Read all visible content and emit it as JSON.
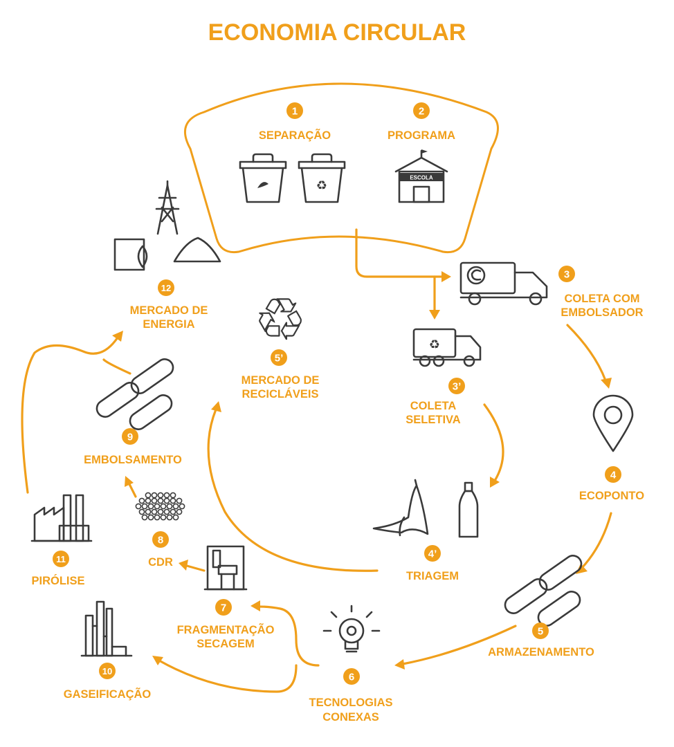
{
  "title": "ECONOMIA CIRCULAR",
  "accent_color": "#f09f1b",
  "icon_color": "#3a3a3a",
  "steps": [
    {
      "num": "1",
      "lines": [
        "SEPARAÇÃO"
      ],
      "icon": "trash-bins-icon"
    },
    {
      "num": "2",
      "lines": [
        "PROGRAMA"
      ],
      "icon": "school-icon",
      "icon_text": "ESCOLA"
    },
    {
      "num": "3",
      "lines": [
        "COLETA COM",
        "EMBOLSADOR"
      ],
      "icon": "truck-icon"
    },
    {
      "num": "3’",
      "lines": [
        "COLETA",
        "SELETIVA"
      ],
      "icon": "recycling-truck-icon"
    },
    {
      "num": "4",
      "lines": [
        "ECOPONTO"
      ],
      "icon": "location-pin-icon"
    },
    {
      "num": "4’",
      "lines": [
        "TRIAGEM"
      ],
      "icon": "banana-bottle-icon"
    },
    {
      "num": "5",
      "lines": [
        "ARMAZENAMENTO"
      ],
      "icon": "bales-icon"
    },
    {
      "num": "5’",
      "lines": [
        "MERCADO DE",
        "RECICLÁVEIS"
      ],
      "icon": "recycle-icon"
    },
    {
      "num": "6",
      "lines": [
        "TECNOLOGIAS",
        "CONEXAS"
      ],
      "icon": "lightbulb-icon"
    },
    {
      "num": "7",
      "lines": [
        "FRAGMENTAÇÃO",
        "SECAGEM"
      ],
      "icon": "shredder-icon"
    },
    {
      "num": "8",
      "lines": [
        "CDR"
      ],
      "icon": "pellets-icon"
    },
    {
      "num": "9",
      "lines": [
        "EMBOLSAMENTO"
      ],
      "icon": "bales-icon"
    },
    {
      "num": "10",
      "lines": [
        "GASEIFICAÇÃO"
      ],
      "icon": "gasification-plant-icon"
    },
    {
      "num": "11",
      "lines": [
        "PIRÓLISE"
      ],
      "icon": "factory-icon"
    },
    {
      "num": "12",
      "lines": [
        "MERCADO DE",
        "ENERGIA"
      ],
      "icon": "energy-icon"
    }
  ]
}
